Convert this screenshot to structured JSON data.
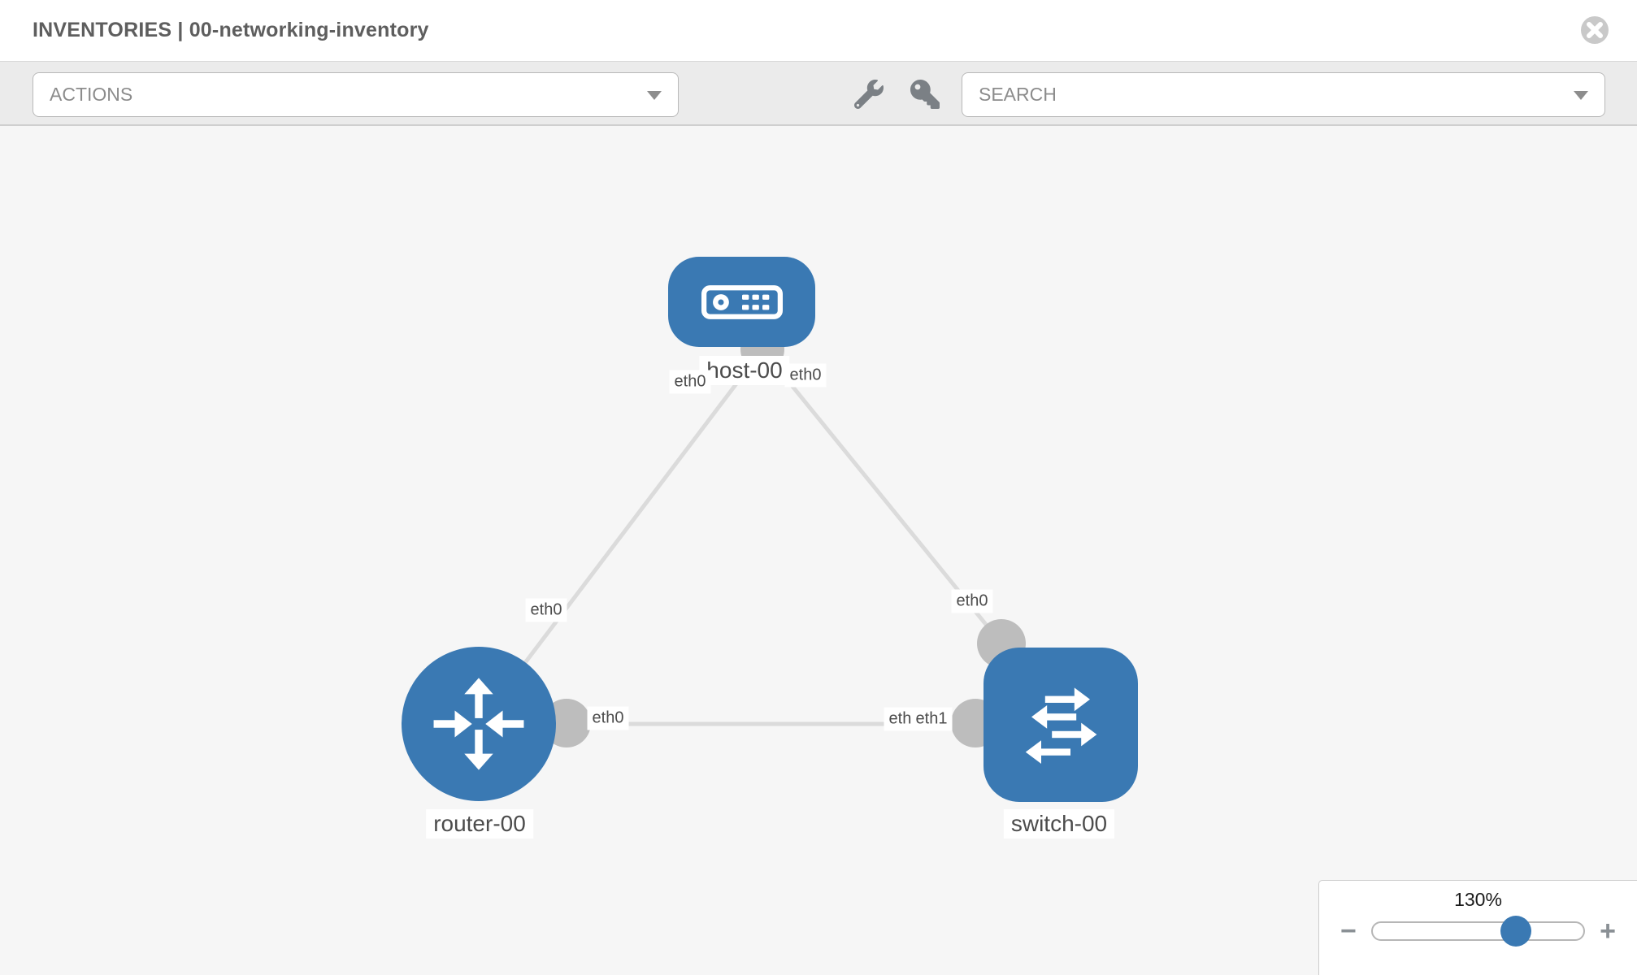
{
  "header": {
    "title": "INVENTORIES | 00-networking-inventory"
  },
  "toolbar": {
    "actions_label": "ACTIONS",
    "search_placeholder": "SEARCH"
  },
  "topology": {
    "nodes": [
      {
        "name": "host-00",
        "type": "host"
      },
      {
        "name": "router-00",
        "type": "router"
      },
      {
        "name": "switch-00",
        "type": "switch"
      }
    ],
    "links": [
      {
        "from": "host-00",
        "to": "router-00"
      },
      {
        "from": "host-00",
        "to": "switch-00"
      },
      {
        "from": "router-00",
        "to": "switch-00"
      }
    ],
    "interface_labels": [
      {
        "text": "eth0",
        "position": "host-left"
      },
      {
        "text": "eth0",
        "position": "host-right"
      },
      {
        "text": "eth0",
        "position": "host-router-link"
      },
      {
        "text": "eth0",
        "position": "host-switch-link-near-switch"
      },
      {
        "text": "eth0",
        "position": "router-switch-link-router-side"
      },
      {
        "text": "eth0",
        "position": "router-switch-link-switch-side-back"
      },
      {
        "text": "eth1",
        "position": "router-switch-link-switch-side-front"
      }
    ]
  },
  "zoom_control": {
    "percent": "130%",
    "minus_label": "−",
    "plus_label": "+"
  },
  "colors": {
    "node_blue": "#3a79b3",
    "link_gray": "#dbdbdb",
    "port_gray": "#bdbdbd",
    "toolbar_bg": "#ebebeb",
    "canvas_bg": "#f6f6f6"
  }
}
